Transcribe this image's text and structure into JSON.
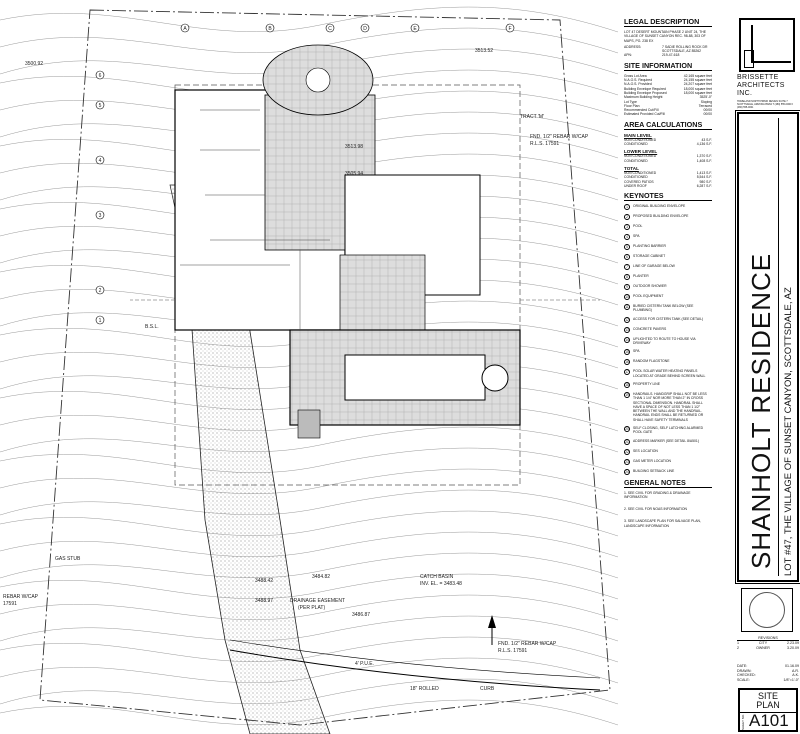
{
  "plan": {
    "tract": "TRACT 'M'",
    "rebar1": "FND. 1/2\" REBAR W/CAP",
    "rls1": "R.L.S. 17591",
    "rebar2": "FND. 1/2\" REBAR W/CAP",
    "rls2": "R.L.S. 17591",
    "rebar3": "REBAR W/CAP",
    "rls3": "17591",
    "gas_stub": "GAS STUB",
    "drainage": "DRAINAGE EASEMENT",
    "drainage2": "(PER PLAT)",
    "catch": "CATCH BASIN",
    "inv": "INV. EL. = 3483.48",
    "curb_rolled": "18\" ROLLED",
    "curb": "CURB",
    "pue": "4' P.U.E.",
    "bsl": "B.S.L.",
    "elev": [
      "3500.92",
      "3513.52",
      "3513.98",
      "3505.94",
      "3488.42",
      "3488.97",
      "3484.82",
      "3486.87"
    ],
    "grid_markers": [
      "A",
      "B",
      "C",
      "D",
      "E",
      "F",
      "1",
      "2",
      "3",
      "4",
      "5",
      "6"
    ]
  },
  "legend": {
    "legal_title": "LEGAL DESCRIPTION",
    "legal_text": "LOT 47 DESERT MOUNTAIN PHASE 2 UNIT 24, THE VILLAGE OF SUNSET CANYON REC. 98-88, 303 OF MAPS, PG. 238 EX",
    "address_label": "ADDRESS:",
    "address": "7 SADIE ROLLING ROCK DR SCOTTSDALE, AZ 85262",
    "apn_label": "APN:",
    "apn": "219-47-618",
    "site_title": "SITE INFORMATION",
    "site_rows": [
      [
        "Gross Lot Area",
        "42,165 square feet"
      ],
      [
        "N.A.O.S. Required",
        "24,155 square feet"
      ],
      [
        "N.A.O.S. Provided",
        "24,207 square feet"
      ],
      [
        "Building Envelope Required",
        "18,000 square feet"
      ],
      [
        "Building Envelope Proposed",
        "18,000 square feet"
      ],
      [
        "Maximum Building Height",
        "3525'-0\""
      ],
      [
        "Lot Type",
        "Sloping"
      ],
      [
        "Floor Plan",
        "Terraced"
      ],
      [
        "Recommended Cut/Fill",
        "00/00"
      ],
      [
        "Estimated Provided Cut/Fill",
        "00/00"
      ]
    ],
    "area_title": "AREA CALCULATIONS",
    "main_level": "MAIN LEVEL",
    "main_rows": [
      [
        "NON CONDITIONED",
        "43 S.F."
      ],
      [
        "CONDITIONED",
        "4,136 S.F."
      ]
    ],
    "lower_level": "LOWER LEVEL",
    "lower_rows": [
      [
        "NON CONDITIONED",
        "1,370 S.F."
      ],
      [
        "CONDITIONED",
        "1,408 S.F."
      ]
    ],
    "total": "TOTAL",
    "total_rows": [
      [
        "NON CONDITIONED",
        "1,413 S.F."
      ],
      [
        "CONDITIONED",
        "5,544 S.F."
      ],
      [
        "COVERED PATIOS",
        "980 S.F."
      ],
      [
        "UNDER ROOF",
        "6,287 S.F."
      ]
    ],
    "keynotes_title": "KEYNOTES",
    "keynotes": [
      {
        "n": "1",
        "t": "ORIGINAL BUILDING ENVELOPE"
      },
      {
        "n": "2",
        "t": "PROPOSED BUILDING ENVELOPE"
      },
      {
        "n": "3",
        "t": "POOL"
      },
      {
        "n": "4",
        "t": "SPA"
      },
      {
        "n": "5",
        "t": "PLANTING BARRIER"
      },
      {
        "n": "6",
        "t": "STORAGE CABINET"
      },
      {
        "n": "7",
        "t": "LINE OF GARAGE BELOW"
      },
      {
        "n": "8",
        "t": "PLANTER"
      },
      {
        "n": "9",
        "t": "OUTDOOR SHOWER"
      },
      {
        "n": "10",
        "t": "POOL EQUIPMENT"
      },
      {
        "n": "11",
        "t": "BURIED CISTERN TANK BELOW (SEE PLUMBING)"
      },
      {
        "n": "12",
        "t": "ACCESS FOR CISTERN TANK (SEE DETAIL)"
      },
      {
        "n": "13",
        "t": "CONCRETE PAVERS"
      },
      {
        "n": "14",
        "t": "UPLIGHTED TO ROUTE TO HOUSE VIA DRIVEWAY"
      },
      {
        "n": "15",
        "t": "SPA"
      },
      {
        "n": "16",
        "t": "RANDOM FLAGSTONE"
      },
      {
        "n": "17",
        "t": "POOL SOLAR WATER HEATING PANELS LOCATED AT GRADE BEHIND SCREEN WALL"
      },
      {
        "n": "18",
        "t": "PROPERTY LINE"
      },
      {
        "n": "19",
        "t": "HANDRAILS. HANDGRIP SHALL NOT BE LESS THAN 1 1/4\" NOR MORE THAN 2\" IN CROSS SECTIONAL DIMENSION. HANDRAIL SHALL HAVE A SPACE OF NOT LESS THAN 1 1/2\" BETWEEN THE WALL AND THE HANDRAIL. HANDRAIL ENDS SHALL BE RETURNED OR SHALL HAVE SAFETY TERMINALS"
      },
      {
        "n": "20",
        "t": "SELF CLOSING, SELF LATCHING ALARMED POOL GATE"
      },
      {
        "n": "21",
        "t": "ADDRESS MARKER (SEE DETAIL 8/A501)"
      },
      {
        "n": "22",
        "t": "SES LOCATION"
      },
      {
        "n": "23",
        "t": "GAS METER LOCATION"
      },
      {
        "n": "24",
        "t": "BUILDING SETBACK LINE"
      }
    ],
    "notes_title": "GENERAL NOTES",
    "notes": [
      "1.  SEE CIVIL FOR GRADING & DRAINAGE INFORMATION",
      "2.  SEE CIVIL FOR NOAS INFORMATION",
      "3.  SEE LANDSCAPE PLAN FOR SALVAGE PLAN, LANDSCAPE INFORMATION"
    ]
  },
  "titleblock": {
    "firm_lines": [
      "BRISSETTE",
      "ARCHITECTS",
      "INC."
    ],
    "firm_address": "HOMELAND NORTH PRIMO DESIGN SUITE 7 SCOTTSDALE, ARIZONA 85262 T (480) 555-0000 F (480) 555-0001",
    "project": "SHANHOLT RESIDENCE",
    "location": "LOT #47, THE VILLAGE OF SUNSET CANYON, SCOTTSDALE, AZ",
    "revisions_title": "REVISIONS",
    "revisions": [
      [
        "1",
        "CITY",
        "2.23.09"
      ],
      [
        "2",
        "OWNER",
        "3.20.09"
      ]
    ],
    "dates": [
      [
        "DATE:",
        "01.16.09"
      ],
      [
        "DRAWN:",
        "A.R."
      ],
      [
        "CHECKED:",
        "A.K."
      ],
      [
        "SCALE:",
        "1/8\"=1'-0\""
      ]
    ],
    "sheet_title_1": "SITE",
    "sheet_title_2": "PLAN",
    "sheet_label": "SHEET NO.",
    "sheet_no": "A101"
  }
}
